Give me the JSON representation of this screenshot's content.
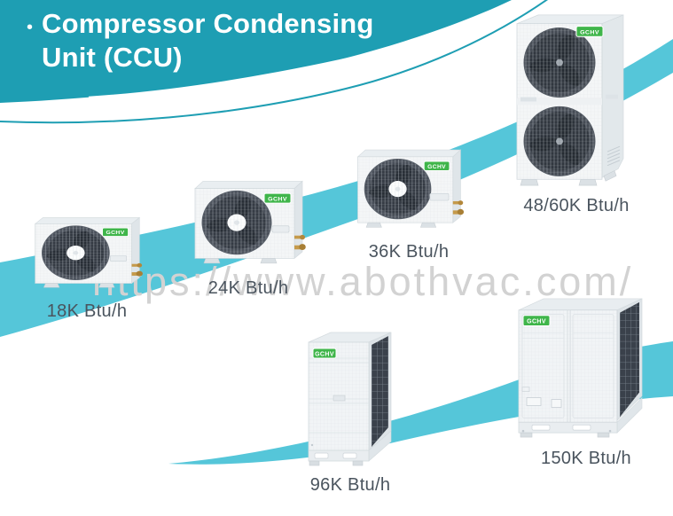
{
  "slide": {
    "bullet": "•",
    "title": "Compressor Condensing Unit (CCU)"
  },
  "watermark": {
    "text": "https://www.abothvac.com/"
  },
  "brand": "GCHV",
  "units": [
    {
      "id": "18k",
      "label": "18K Btu/h"
    },
    {
      "id": "24k",
      "label": "24K Btu/h"
    },
    {
      "id": "36k",
      "label": "36K Btu/h"
    },
    {
      "id": "48-60k",
      "label": "48/60K Btu/h"
    },
    {
      "id": "96k",
      "label": "96K Btu/h"
    },
    {
      "id": "150k",
      "label": "150K Btu/h"
    }
  ],
  "colors": {
    "header_teal": "#1e9eb3",
    "wave_blue": "#55c6d9",
    "label_text": "#4a545e",
    "brand_green": "#3fb54a",
    "watermark_gray": "#d2d2d2"
  }
}
